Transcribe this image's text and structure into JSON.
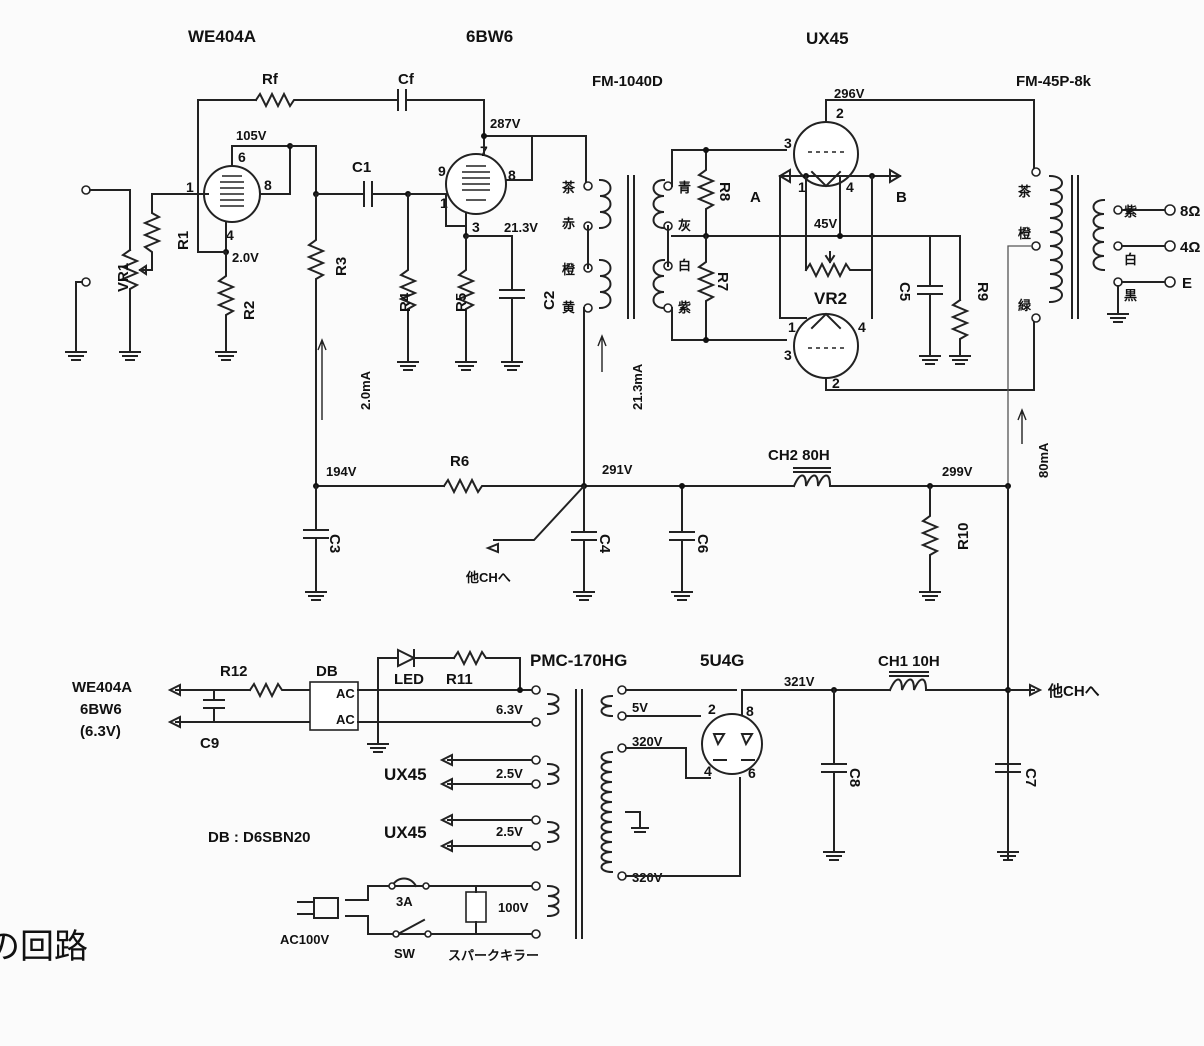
{
  "tubes": {
    "v1": "WE404A",
    "v2": "6BW6",
    "v3": "UX45",
    "rect": "5U4G"
  },
  "transformers": {
    "interstage": "FM-1040D",
    "output": "FM-45P-8k",
    "power": "PMC-170HG"
  },
  "components": {
    "rf": "Rf",
    "cf": "Cf",
    "c1": "C1",
    "r1": "R1",
    "r2": "R2",
    "r3": "R3",
    "r4": "R4",
    "r5": "R5",
    "c2": "C2",
    "r6": "R6",
    "r7": "R7",
    "r8": "R8",
    "r9": "R9",
    "r10": "R10",
    "r11": "R11",
    "r12": "R12",
    "c3": "C3",
    "c4": "C4",
    "c5": "C5",
    "c6": "C6",
    "c7": "C7",
    "c8": "C8",
    "c9": "C9",
    "vr1": "VR1",
    "vr2": "VR2",
    "ch1": "CH1 10H",
    "ch2": "CH2 80H",
    "db": "DB",
    "led": "LED",
    "sw": "SW",
    "fuse": "3A",
    "spark_killer": "スパークキラー",
    "ac_in": "AC100V",
    "ac_pin": "AC"
  },
  "voltages": {
    "v1_plate": "105V",
    "v1_cathode": "2.0V",
    "v2_plate": "287V",
    "v2_cathode": "21.3V",
    "b_plus_194": "194V",
    "b_plus_291": "291V",
    "b_plus_299": "299V",
    "b_plus_321": "321V",
    "ux45_plate": "296V",
    "ux45_cathode": "45V",
    "htr_63": "6.3V",
    "htr_5": "5V",
    "htr_25a": "2.5V",
    "htr_25b": "2.5V",
    "hv_top": "320V",
    "hv_bottom": "320V",
    "primary": "100V"
  },
  "currents": {
    "v1": "2.0mA",
    "v2": "21.3mA",
    "output": "80mA"
  },
  "pins": {
    "v1": [
      "1",
      "6",
      "8",
      "4"
    ],
    "v2": [
      "9",
      "7",
      "8",
      "1",
      "3"
    ],
    "ux45_top": [
      "2",
      "3",
      "1",
      "4"
    ],
    "ux45_bot": [
      "1",
      "4",
      "3",
      "2"
    ],
    "rect": [
      "2",
      "8",
      "4",
      "6"
    ]
  },
  "wire_colors": {
    "it_left": [
      "茶",
      "赤",
      "橙",
      "黄"
    ],
    "it_right": [
      "青",
      "灰",
      "白",
      "紫"
    ],
    "op_left": [
      "茶",
      "橙",
      "緑"
    ],
    "op_right": [
      "紫",
      "白",
      "黒"
    ]
  },
  "outputs": {
    "tap_8": "8Ω",
    "tap_4": "4Ω",
    "tap_e": "E"
  },
  "marks": {
    "a": "A",
    "b": "B"
  },
  "notes": {
    "to_other_ch_1": "他CHへ",
    "to_other_ch_2": "他CHへ",
    "heater_dest_1": "WE404A",
    "heater_dest_2": "6BW6",
    "heater_dest_3": "(6.3V)",
    "ux45_heater_1": "UX45",
    "ux45_heater_2": "UX45",
    "db_spec": "DB : D6SBN20",
    "caption": "の回路"
  }
}
